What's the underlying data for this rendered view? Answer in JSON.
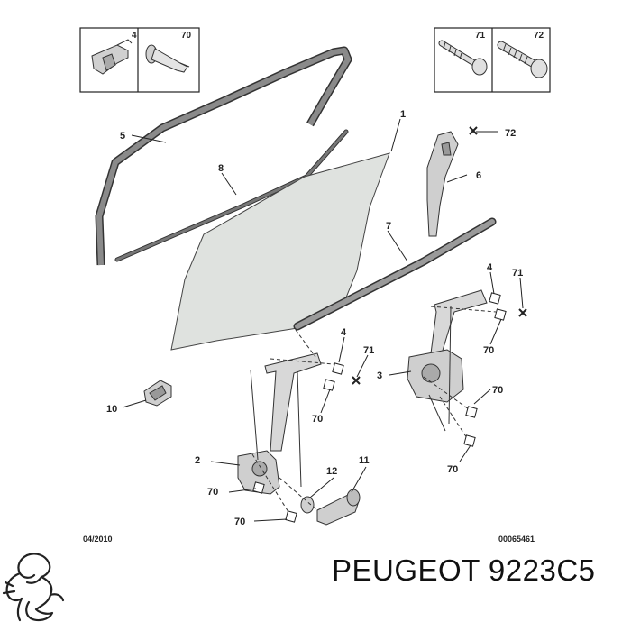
{
  "callouts": {
    "c1": "1",
    "c2": "2",
    "c3": "3",
    "c4a": "4",
    "c4b": "4",
    "c5": "5",
    "c6": "6",
    "c7": "7",
    "c8": "8",
    "c10": "10",
    "c11": "11",
    "c12": "12",
    "c70a": "70",
    "c70b": "70",
    "c70c": "70",
    "c70d": "70",
    "c70e": "70",
    "c70f": "70",
    "c71a": "71",
    "c71b": "71",
    "c72": "72"
  },
  "inset_left": {
    "label_a": "4",
    "label_b": "70"
  },
  "inset_right": {
    "label_a": "71",
    "label_b": "72"
  },
  "footer": {
    "date": "04/2010",
    "reference": "00065461"
  },
  "brand": {
    "text": "PEUGEOT 9223C5",
    "logo_icon": "peugeot-lion-icon"
  },
  "colors": {
    "line": "#333333",
    "glass": "#dfe2df",
    "part_fill": "#d8d8d8",
    "seal_dark": "#555555"
  }
}
